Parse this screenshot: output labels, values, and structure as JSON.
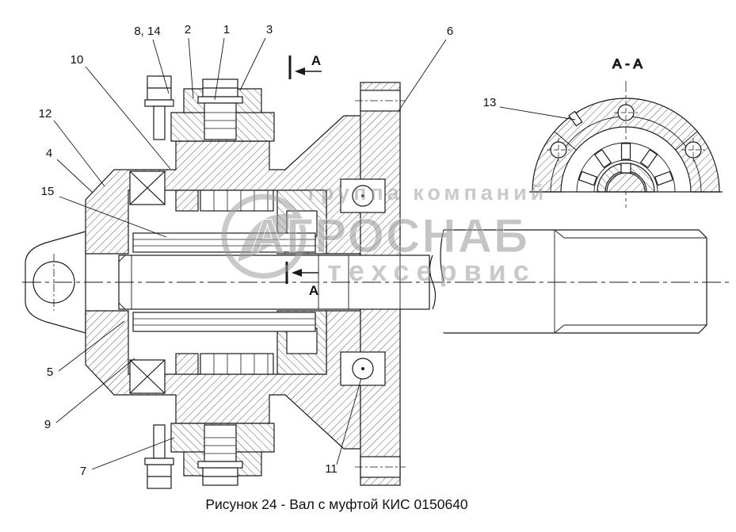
{
  "figure": {
    "caption": "Рисунок 24 - Вал с муфтой КИС 0150640",
    "section_label": "А - А",
    "cut_letter": "А"
  },
  "callouts": {
    "c8_14": "8, 14",
    "c2": "2",
    "c1": "1",
    "c3": "3",
    "c10": "10",
    "c12": "12",
    "c4": "4",
    "c15": "15",
    "c5": "5",
    "c9": "9",
    "c7": "7",
    "c6": "6",
    "c11": "11",
    "c13": "13"
  },
  "watermark": {
    "line1": "группа компаний",
    "line2": "АГРОСНАБ",
    "line3": "техсервис"
  },
  "colors": {
    "line": "#1a1a1a",
    "watermark": "#9e9e9e",
    "background": "#ffffff"
  }
}
